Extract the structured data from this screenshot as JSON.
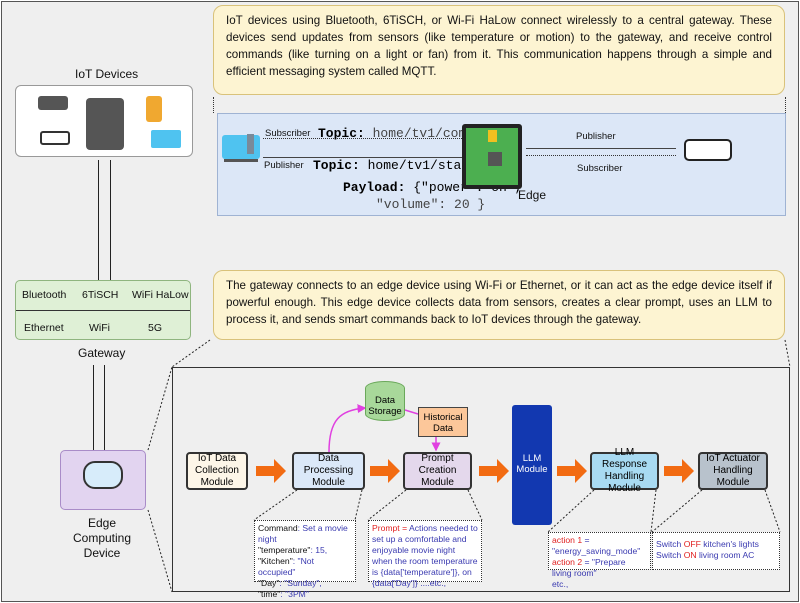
{
  "top_note": "IoT devices using Bluetooth, 6TiSCH, or Wi-Fi HaLow connect wirelessly to a central gateway. These devices send updates from sensors (like temperature or motion) to the gateway, and receive control commands (like turning on a light or fan) from it. This communication happens through a simple and efficient messaging system called MQTT.",
  "mqtt": {
    "subscriber_left": "Subscriber",
    "publisher_left": "Publisher",
    "topic_label": "Topic:",
    "topic_command": "home/tv1/command",
    "topic_status": "home/tv1/status",
    "payload_label": "Payload:",
    "payload_line1": "{\"power\":\"on\",",
    "payload_line2": "\"volume\": 20 }",
    "edge_label": "Edge",
    "publisher_right": "Publisher",
    "subscriber_right": "Subscriber"
  },
  "iot_devices": {
    "title": "IoT Devices"
  },
  "gateway": {
    "title": "Gateway",
    "row1": [
      "Bluetooth",
      "6TiSCH",
      "WiFi HaLow"
    ],
    "row2": [
      "Ethernet",
      "WiFi",
      "5G"
    ]
  },
  "edge_device": {
    "label": "Edge Computing Device"
  },
  "middle_note": "The gateway connects to an edge device using Wi-Fi or Ethernet, or it can act as the edge device itself if powerful enough. This edge device collects data from sensors, creates a clear prompt, uses an LLM to process it, and sends smart commands back to IoT devices through the gateway.",
  "pipeline": {
    "collection": "IoT Data Collection Module",
    "processing": "Data Processing Module",
    "storage": "Data Storage",
    "historical": "Historical Data",
    "prompt": "Prompt Creation Module",
    "llm": "LLM Module",
    "response": "LLM Response Handling Module",
    "actuator": "IoT Actuator Handling Module"
  },
  "details": {
    "processing": [
      {
        "k": "Command",
        "v": ": Set a movie night"
      },
      {
        "k": "\"temperature\"",
        "v": ": 15,"
      },
      {
        "k": "\"Kitchen\"",
        "v": ": \"Not occupied\""
      },
      {
        "k": "\"Day\"",
        "v": ": \"Sunday\","
      },
      {
        "k": "\"time\"",
        "v": ": \"3PM\""
      }
    ],
    "prompt_key": "Prompt =",
    "prompt_text": " Actions needed to set up a comfortable and enjoyable movie night when the room temperature is {data['temperature']}, on {data['Day']} ....etc.,",
    "response": [
      {
        "k": "action 1",
        "v": " = \"energy_saving_mode\""
      },
      {
        "k": "action 2",
        "v": " = \"Prepare living room\""
      },
      {
        "k": "",
        "v": "etc.,"
      }
    ],
    "actuator": [
      {
        "a": "Switch ",
        "b": "OFF",
        "c": " kitchen's lights"
      },
      {
        "a": "Switch ",
        "b": "ON",
        "c": " living room AC"
      }
    ]
  },
  "colors": {
    "arrow": "#f26b12",
    "llm": "#1238b0",
    "link": "#e040e0"
  }
}
